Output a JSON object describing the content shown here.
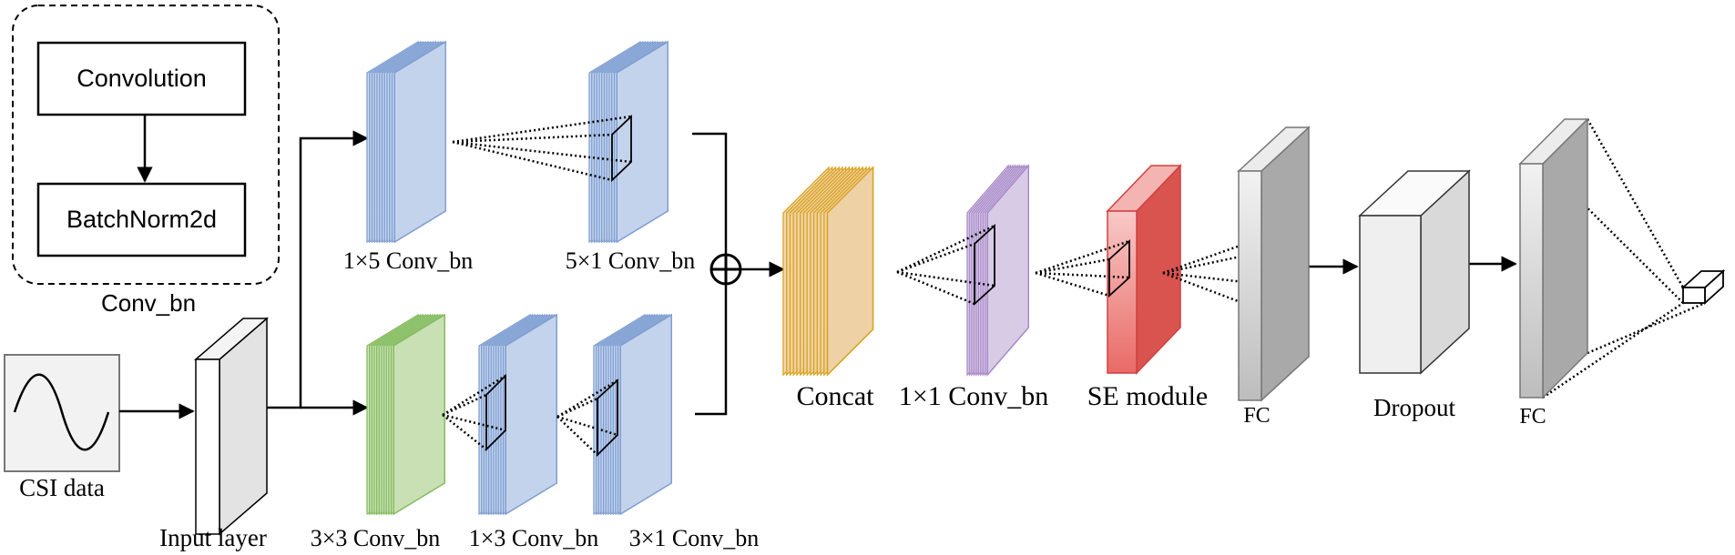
{
  "legend": {
    "title": "Conv_bn",
    "step1": "Convolution",
    "step2": "BatchNorm2d"
  },
  "nodes": {
    "csi": "CSI data",
    "input": "Input layer",
    "conv_1x5": "1×5 Conv_bn",
    "conv_5x1": "5×1 Conv_bn",
    "conv_3x3": "3×3 Conv_bn",
    "conv_1x3": "1×3 Conv_bn",
    "conv_3x1": "3×1 Conv_bn",
    "concat": "Concat",
    "conv_1x1": "1×1 Conv_bn",
    "se": "SE module",
    "fc1": "FC",
    "dropout": "Dropout",
    "fc2": "FC"
  },
  "colors": {
    "blue": "#c4d3ec",
    "blue_edge": "#7f9fd2",
    "green": "#c9e0b4",
    "green_edge": "#86bd61",
    "orange": "#eed2a6",
    "orange_edge": "#d9a21f",
    "purple": "#d8cbe6",
    "purple_edge": "#a98bc9",
    "red": "#ef8a86",
    "red_edge": "#cf4140",
    "gray": "#e3e3e3",
    "gray_edge": "#7a7a7a"
  }
}
